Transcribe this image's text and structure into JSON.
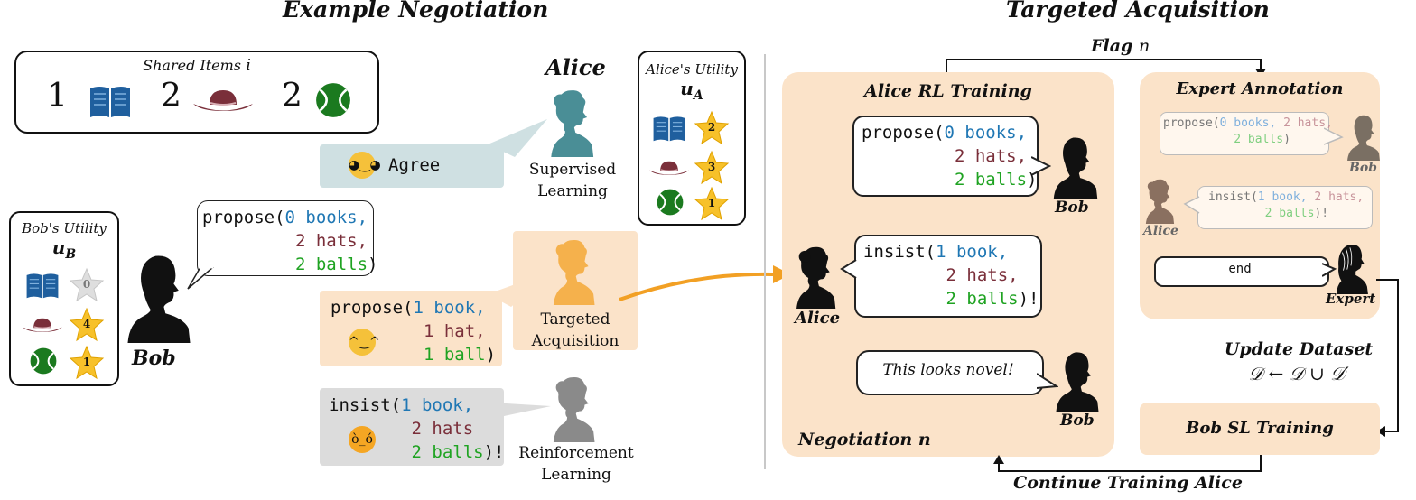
{
  "left": {
    "title": "Example Negotiation",
    "shared_items": {
      "label": "Shared Items",
      "label_var": "i",
      "items": [
        {
          "count": "1",
          "icon": "book-icon"
        },
        {
          "count": "2",
          "icon": "hat-icon"
        },
        {
          "count": "2",
          "icon": "ball-icon"
        }
      ]
    },
    "bob_utility": {
      "label": "Bob's Utility",
      "var": "u",
      "sub": "B",
      "values": [
        "0",
        "4",
        "1"
      ]
    },
    "alice_utility": {
      "label": "Alice's Utility",
      "var": "u",
      "sub": "A",
      "values": [
        "2",
        "3",
        "1"
      ]
    },
    "bob_name": "Bob",
    "alice_name": "Alice",
    "bob_message": {
      "fn": "propose(",
      "n1": "0",
      "w1": " books,",
      "n2": "2",
      "w2": " hats,",
      "n3": "2",
      "w3": " balls",
      "end": ")"
    },
    "agree_text": "Agree",
    "propose_reply": {
      "fn": "propose(",
      "n1": "1",
      "w1": " book,",
      "n2": "1",
      "w2": " hat,",
      "n3": "1",
      "w3": " ball",
      "end": ")"
    },
    "insist_reply": {
      "fn": "insist(",
      "n1": "1",
      "w1": " book,",
      "n2": "2",
      "w2": " hats",
      "n3": "2",
      "w3": " balls",
      "end": ")!"
    },
    "supervised_label": "Supervised\nLearning",
    "targeted_label": "Targeted\nAcquisition",
    "rl_label": "Reinforcement\nLearning"
  },
  "right": {
    "title": "Targeted Acquisition",
    "flag_label": "Flag",
    "flag_var": "n",
    "alice_rl_title": "Alice RL Training",
    "expert_title": "Expert Annotation",
    "bob_name": "Bob",
    "alice_name": "Alice",
    "expert_name": "Expert",
    "rl_propose": {
      "fn": "propose(",
      "n1": "0",
      "w1": " books,",
      "n2": "2",
      "w2": " hats,",
      "n3": "2",
      "w3": " balls",
      "end": ")"
    },
    "rl_insist": {
      "fn": "insist(",
      "n1": "1",
      "w1": " book,",
      "n2": "2",
      "w2": " hats,",
      "n3": "2",
      "w3": " balls",
      "end": ")!"
    },
    "novel_text": "This looks novel!",
    "negotiation_label": "Negotiation",
    "negotiation_var": "n",
    "expert_propose": {
      "fn": "propose(",
      "n1": "0",
      "w1": " books,",
      "n2": " 2",
      "w2": " hats,",
      "n3": "2",
      "w3": " balls",
      "end": ")"
    },
    "expert_insist": {
      "fn": "insist(",
      "n1": "1",
      "w1": " book,",
      "n2": " 2",
      "w2": " hats,",
      "n3": "2",
      "w3": " balls",
      "end": ")!"
    },
    "end_text": "end",
    "update_dataset_label": "Update Dataset",
    "update_formula": "𝒟 ← 𝒟 ∪ 𝒟′",
    "bob_sl_title": "Bob SL Training",
    "continue_label": "Continue Training Alice"
  },
  "colors": {
    "alice_teal": "#4a8e96",
    "alice_orange": "#f5b14c",
    "alice_gray": "#8a8a8a",
    "panel": "#fbe3c9",
    "agree_bg": "#cfe0e2",
    "arrow_orange": "#f2a024",
    "star_gold": "#f7c12a"
  }
}
